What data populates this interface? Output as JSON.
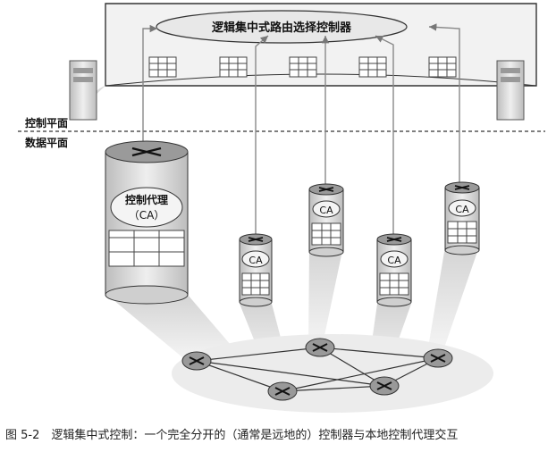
{
  "controller": {
    "title": "逻辑集中式路由选择控制器"
  },
  "planes": {
    "control": "控制平面",
    "data": "数据平面"
  },
  "agent": {
    "name": "控制代理",
    "abbr": "（CA）"
  },
  "small_router_label": "CA",
  "caption": "图 5-2　逻辑集中式控制：一个完全分开的（通常是远地的）控制器与本地控制代理交互",
  "colors": {
    "accent": "#8a8a8a",
    "line": "#333333",
    "fill": "#e6e6e6"
  }
}
